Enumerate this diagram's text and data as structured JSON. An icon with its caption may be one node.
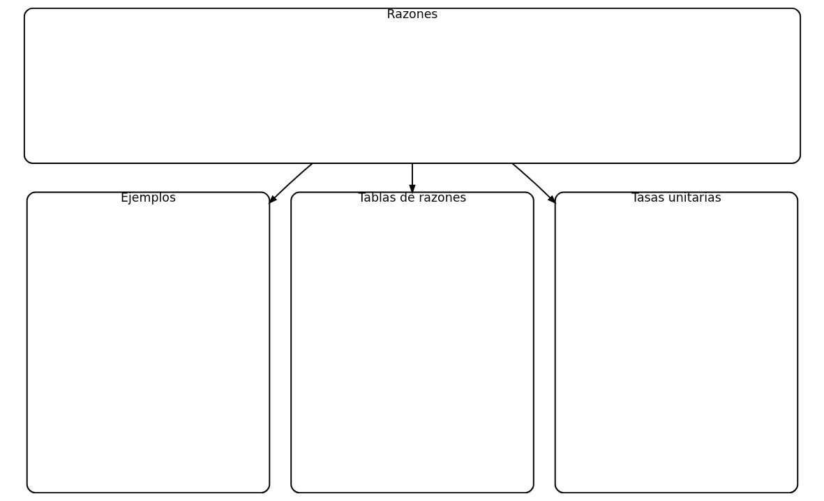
{
  "diagram": {
    "nodes": [
      {
        "text": [
          "Razones"
        ]
      },
      {
        "text": [
          "Ejemplos"
        ]
      },
      {
        "text": [
          "Tablas de razones"
        ]
      },
      {
        "text": [
          "Tasas unitarias"
        ]
      }
    ],
    "edges": [
      {
        "from": 0,
        "to": 1,
        "arrow": "to"
      },
      {
        "from": 0,
        "to": 2,
        "arrow": "to"
      },
      {
        "from": 0,
        "to": 3,
        "arrow": "to"
      }
    ]
  }
}
